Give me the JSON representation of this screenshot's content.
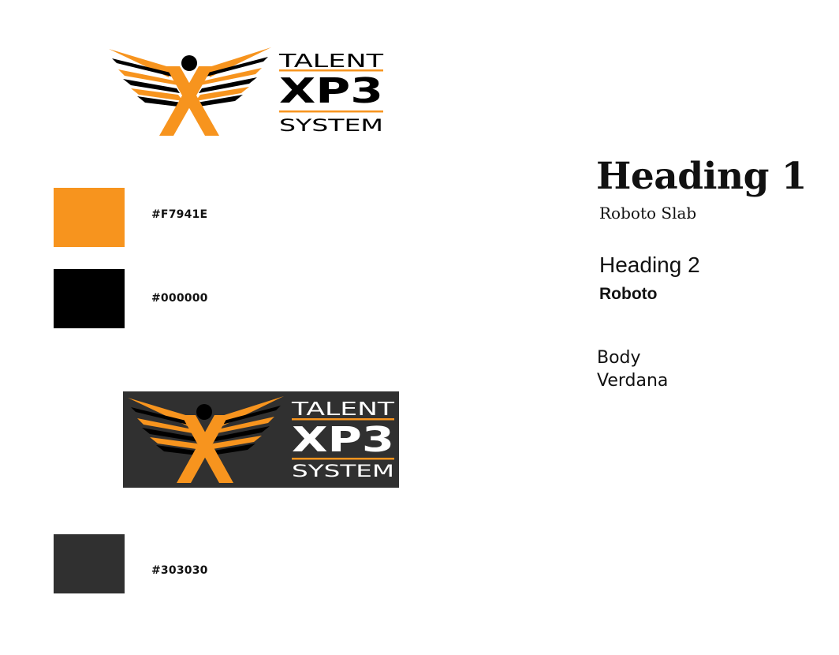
{
  "logo": {
    "line1": "TALENT",
    "line2": "XP3",
    "line3": "SYSTEM",
    "icon": "winged-x-icon"
  },
  "palette": [
    {
      "hex": "#F7941E",
      "color": "#F7941E"
    },
    {
      "hex": "#000000",
      "color": "#000000"
    },
    {
      "hex": "#303030",
      "color": "#303030"
    }
  ],
  "typography": {
    "heading1": {
      "sample": "Heading 1",
      "font": "Roboto Slab"
    },
    "heading2": {
      "sample": "Heading 2",
      "font": "Roboto"
    },
    "body": {
      "sample": "Body",
      "font": "Verdana"
    }
  }
}
